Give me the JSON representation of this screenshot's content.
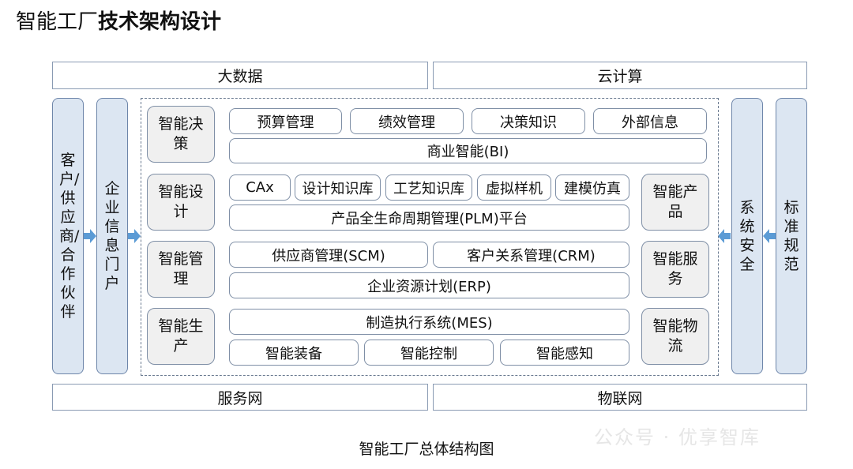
{
  "title": {
    "prefix": "智能工厂",
    "bold": "技术架构设计"
  },
  "top_bars": {
    "left": "大数据",
    "right": "云计算"
  },
  "bottom_bars": {
    "left": "服务网",
    "right": "物联网"
  },
  "left_columns": {
    "outer": "客户/供应商/合作伙伴",
    "inner": "企业信息门户"
  },
  "right_columns": {
    "inner": "系统安全",
    "outer": "标准规范"
  },
  "rows": {
    "decision": {
      "category": "智能决策",
      "items": [
        "预算管理",
        "绩效管理",
        "决策知识",
        "外部信息"
      ],
      "platform": "商业智能(BI)"
    },
    "design": {
      "category": "智能设计",
      "items": [
        "CAx",
        "设计知识库",
        "工艺知识库",
        "虚拟样机",
        "建模仿真"
      ],
      "platform": "产品全生命周期管理(PLM)平台"
    },
    "management": {
      "category": "智能管理",
      "items": [
        "供应商管理(SCM)",
        "客户关系管理(CRM)"
      ],
      "platform": "企业资源计划(ERP)"
    },
    "production": {
      "category": "智能生产",
      "platform": "制造执行系统(MES)",
      "items": [
        "智能装备",
        "智能控制",
        "智能感知"
      ]
    }
  },
  "right_categories": [
    "智能产品",
    "智能服务",
    "智能物流"
  ],
  "caption": "智能工厂总体结构图",
  "watermark": "公众号 · 优享智库",
  "colors": {
    "column_fill": "#dce6f2",
    "arrow": "#5b9bd5",
    "border": "#7f8fa6"
  }
}
